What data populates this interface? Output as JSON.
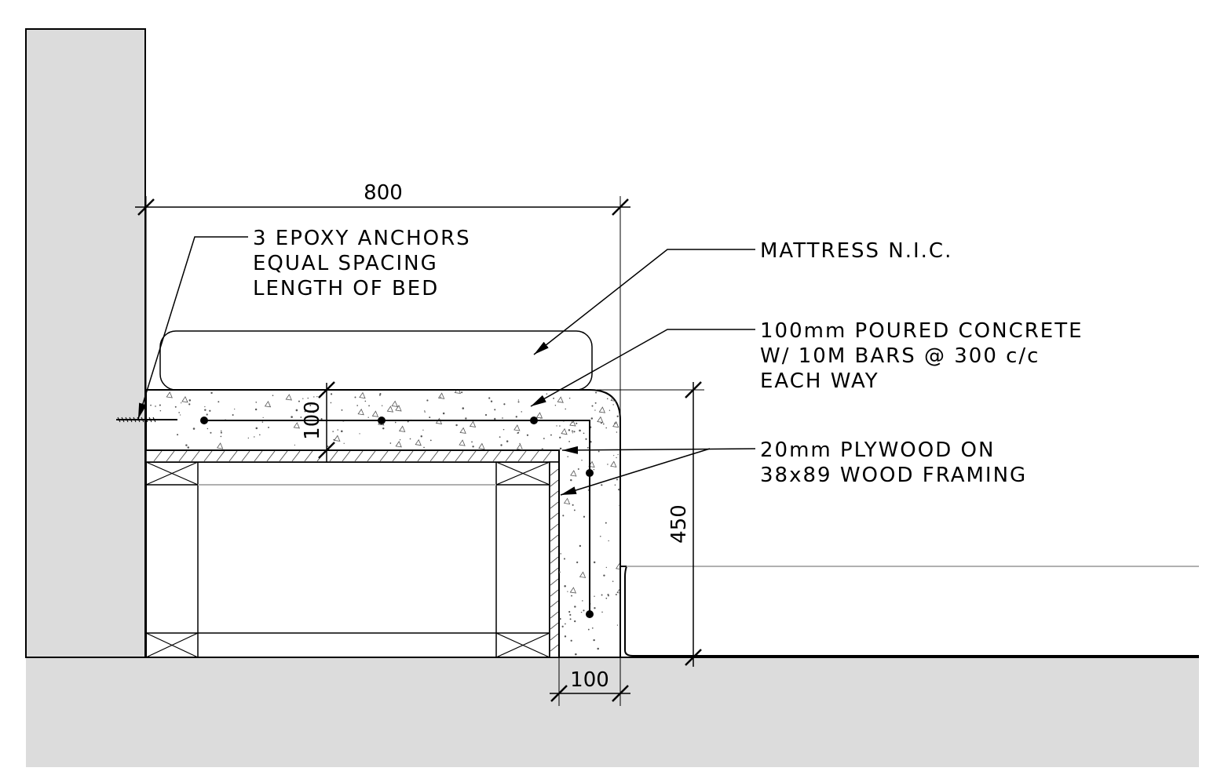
{
  "colors": {
    "ground": "#dcdcdc",
    "line": "#000000",
    "grey_line": "#b0b0b0",
    "speckle": "#555555"
  },
  "dimensions": {
    "bed_width": "800",
    "concrete_thickness": "100",
    "bed_height": "450",
    "side_thickness": "100"
  },
  "notes": {
    "anchors": [
      "3 EPOXY ANCHORS",
      "EQUAL SPACING",
      "LENGTH OF BED"
    ],
    "mattress": [
      "MATTRESS N.I.C."
    ],
    "concrete": [
      "100mm POURED CONCRETE",
      "W/ 10M BARS @ 300 c/c",
      "EACH WAY"
    ],
    "plywood": [
      "20mm PLYWOOD ON",
      "38x89 WOOD FRAMING"
    ]
  }
}
